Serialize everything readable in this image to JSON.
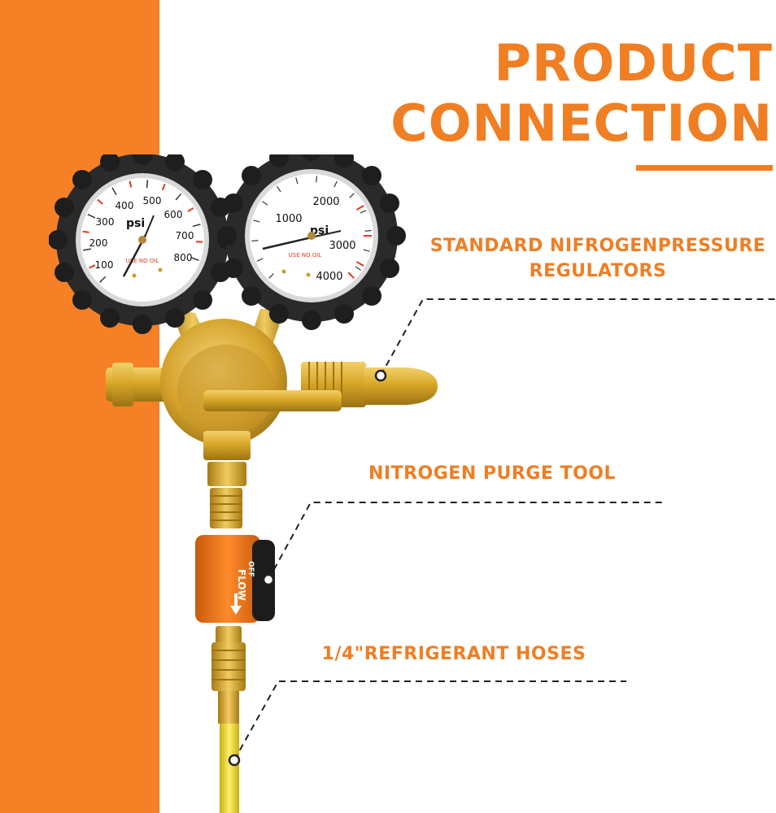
{
  "colors": {
    "accent": "#F07E23",
    "band": "#F58026",
    "brass": "#D9A828",
    "gauge_rim": "#2A2A2A",
    "hose": "#F2D51A"
  },
  "header": {
    "title_line1": "PRODUCT",
    "title_line2": "CONNECTION"
  },
  "callouts": [
    {
      "label": "STANDARD NIFROGENPRESSURE REGULATORS"
    },
    {
      "label": "NITROGEN PURGE TOOL"
    },
    {
      "label": "1/4\"REFRIGERANT HOSES"
    }
  ],
  "gauges": {
    "low": {
      "unit": "psi",
      "ticks": [
        "100",
        "200",
        "300",
        "400",
        "500",
        "600",
        "700",
        "800"
      ],
      "warning": "USE NO OIL"
    },
    "high": {
      "unit": "psi",
      "ticks": [
        "1000",
        "2000",
        "3000",
        "4000"
      ],
      "warning": "USE NO OIL"
    }
  },
  "purge_tool": {
    "flow_label": "FLOW",
    "off_label": "OFF"
  },
  "icons": [
    "pressure-gauge-icon",
    "regulator-icon",
    "purge-valve-icon",
    "hose-icon"
  ]
}
